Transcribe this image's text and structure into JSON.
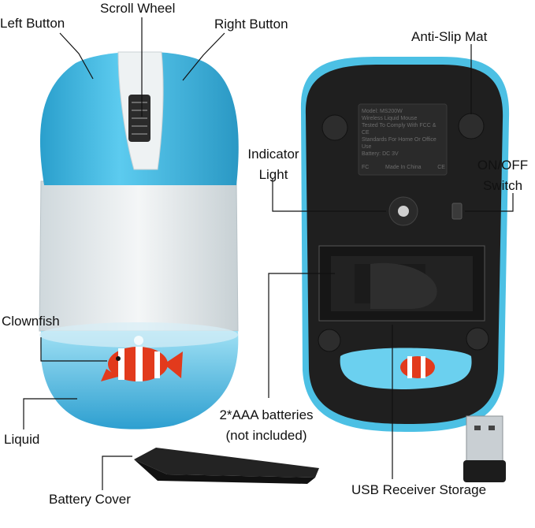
{
  "labels": {
    "scroll_wheel": "Scroll Wheel",
    "left_button": "Left Button",
    "right_button": "Right Button",
    "anti_slip_mat": "Anti-Slip Mat",
    "indicator_light_line1": "Indicator",
    "indicator_light_line2": "Light",
    "onoff_line1": "ON/OFF",
    "onoff_line2": "Switch",
    "clownfish": "Clownfish",
    "batteries_line1": "2*AAA batteries",
    "batteries_line2": "(not included)",
    "liquid": "Liquid",
    "battery_cover": "Battery Cover",
    "usb_receiver_storage": "USB Receiver Storage"
  },
  "sticker": {
    "model": "Model: MS200W",
    "line2": "Wireless Liquid Mouse",
    "line3": "Tested To Comply With FCC & CE",
    "line4": "Standards For Home Or Office Use",
    "battery": "Battery: DC 3V",
    "made_in": "Made In China"
  },
  "colors": {
    "mouse_blue": "#45b8de",
    "mouse_dark_blue": "#2a98c4",
    "bottom_black": "#1f1f1f",
    "liquid": "#5ec6e8",
    "fish_orange": "#e23a1c"
  }
}
